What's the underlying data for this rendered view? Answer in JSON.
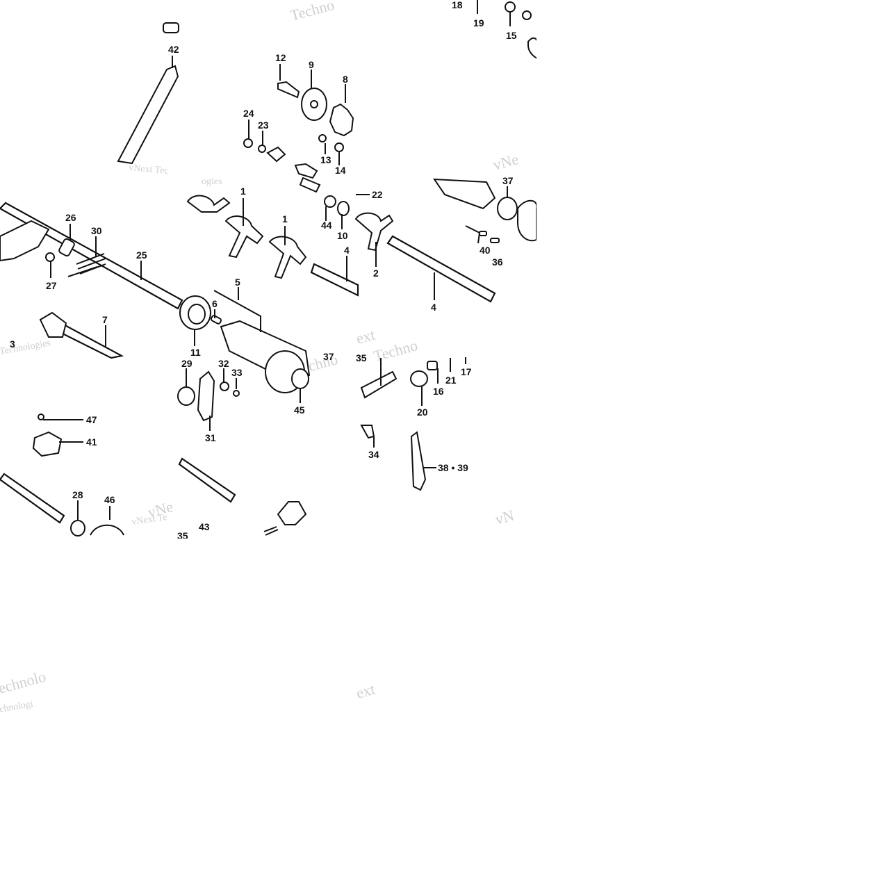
{
  "watermarks": [
    "Techno",
    "vNext Tec",
    "ogies",
    "vNe",
    "Techno",
    "Technologies",
    "ext",
    "Techno",
    "vNext Te",
    "vNe",
    "vN",
    "chnologi",
    "ext",
    "echnolo"
  ],
  "labels": [
    "18",
    "19",
    "15",
    "42",
    "12",
    "9",
    "8",
    "24",
    "23",
    "13",
    "14",
    "22",
    "1",
    "1",
    "26",
    "30",
    "25",
    "44",
    "10",
    "2",
    "40",
    "36",
    "27",
    "4",
    "37",
    "4",
    "7",
    "6",
    "5",
    "11",
    "29",
    "32",
    "33",
    "37",
    "45",
    "3",
    "21",
    "17",
    "16",
    "20",
    "47",
    "41",
    "31",
    "34",
    "38 • 39",
    "28",
    "46",
    "43",
    "35",
    "35"
  ],
  "colors": {
    "ink": "#111111",
    "watermark": "#d0d0d0",
    "background": "#ffffff"
  }
}
